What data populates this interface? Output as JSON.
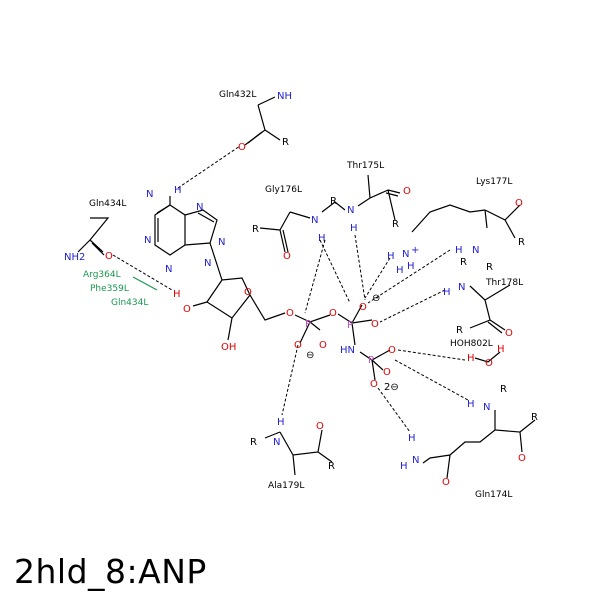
{
  "caption": "2hld_8:ANP",
  "colors": {
    "N": "#1f1fd0",
    "O": "#e00000",
    "P": "#c050c0",
    "C": "#000000",
    "green": "#1a9850"
  },
  "residues": {
    "gln432": "Gln432L",
    "gln434": "Gln434L",
    "gly176": "Gly176L",
    "thr175": "Thr175L",
    "lys177": "Lys177L",
    "thr178": "Thr178L",
    "hoh802": "HOH802L",
    "ala179": "Ala179L",
    "gln174": "Gln174L",
    "arg364": "Arg364L",
    "phe359": "Phe359L",
    "gln434b": "Gln434L"
  },
  "atoms": {
    "nh_gln432": "NH",
    "n_nh2": "N",
    "h_nh2": "H",
    "nh2_gln434": "NH2",
    "o_gln434": "O",
    "n_ad1": "N",
    "n_ad2": "N",
    "n_ad3": "N",
    "n_ad4": "N",
    "n_ad5": "N",
    "o_ring": "O",
    "o_2p": "O",
    "h_2p": "H",
    "oh_3p": "OH",
    "o_5p": "O",
    "p_a": "P",
    "o_a1": "O",
    "o_a2": "O",
    "o_a3": "O",
    "p_b": "P",
    "o_b1": "O",
    "o_b2": "O",
    "hn_bg": "HN",
    "p_g": "P",
    "o_g1": "O",
    "o_g2": "O",
    "o_g3": "O",
    "charge_a": "⊖",
    "charge_b": "⊖",
    "charge_g": "2⊖",
    "n_gly176": "N",
    "h_gly176": "H",
    "o_gly176": "O",
    "r_gly176": "R",
    "r_thr175": "R",
    "n_thr175": "N",
    "h_thr175": "H",
    "o_thr175": "O",
    "r2_thr175": "R",
    "o_gln432": "O",
    "r_gln432": "R",
    "n_lys": "N",
    "h_lys1": "H",
    "h_lys2": "H",
    "h_lys3": "H",
    "plus_lys": "+",
    "n_lys_bb": "N",
    "r_lys_bb": "R",
    "h_lys_bb": "H",
    "o_lys": "O",
    "r_lys": "R",
    "n_thr178": "N",
    "h_thr178": "H",
    "r_thr178_n": "R",
    "o_thr178": "O",
    "r_thr178": "R",
    "h_hoh1": "H",
    "o_hoh": "O",
    "h_hoh2": "H",
    "n_gln174_bb": "N",
    "h_gln174_bb": "H",
    "r_gln174_n": "R",
    "o_gln174": "O",
    "r_gln174": "R",
    "o_gln174_sc": "O",
    "n_gln174_sc": "N",
    "h_gln174_sc": "H",
    "h_gln174_sc2": "H",
    "n_ala": "N",
    "h_ala": "H",
    "r_ala_n": "R",
    "o_ala": "O",
    "r_ala": "R"
  }
}
